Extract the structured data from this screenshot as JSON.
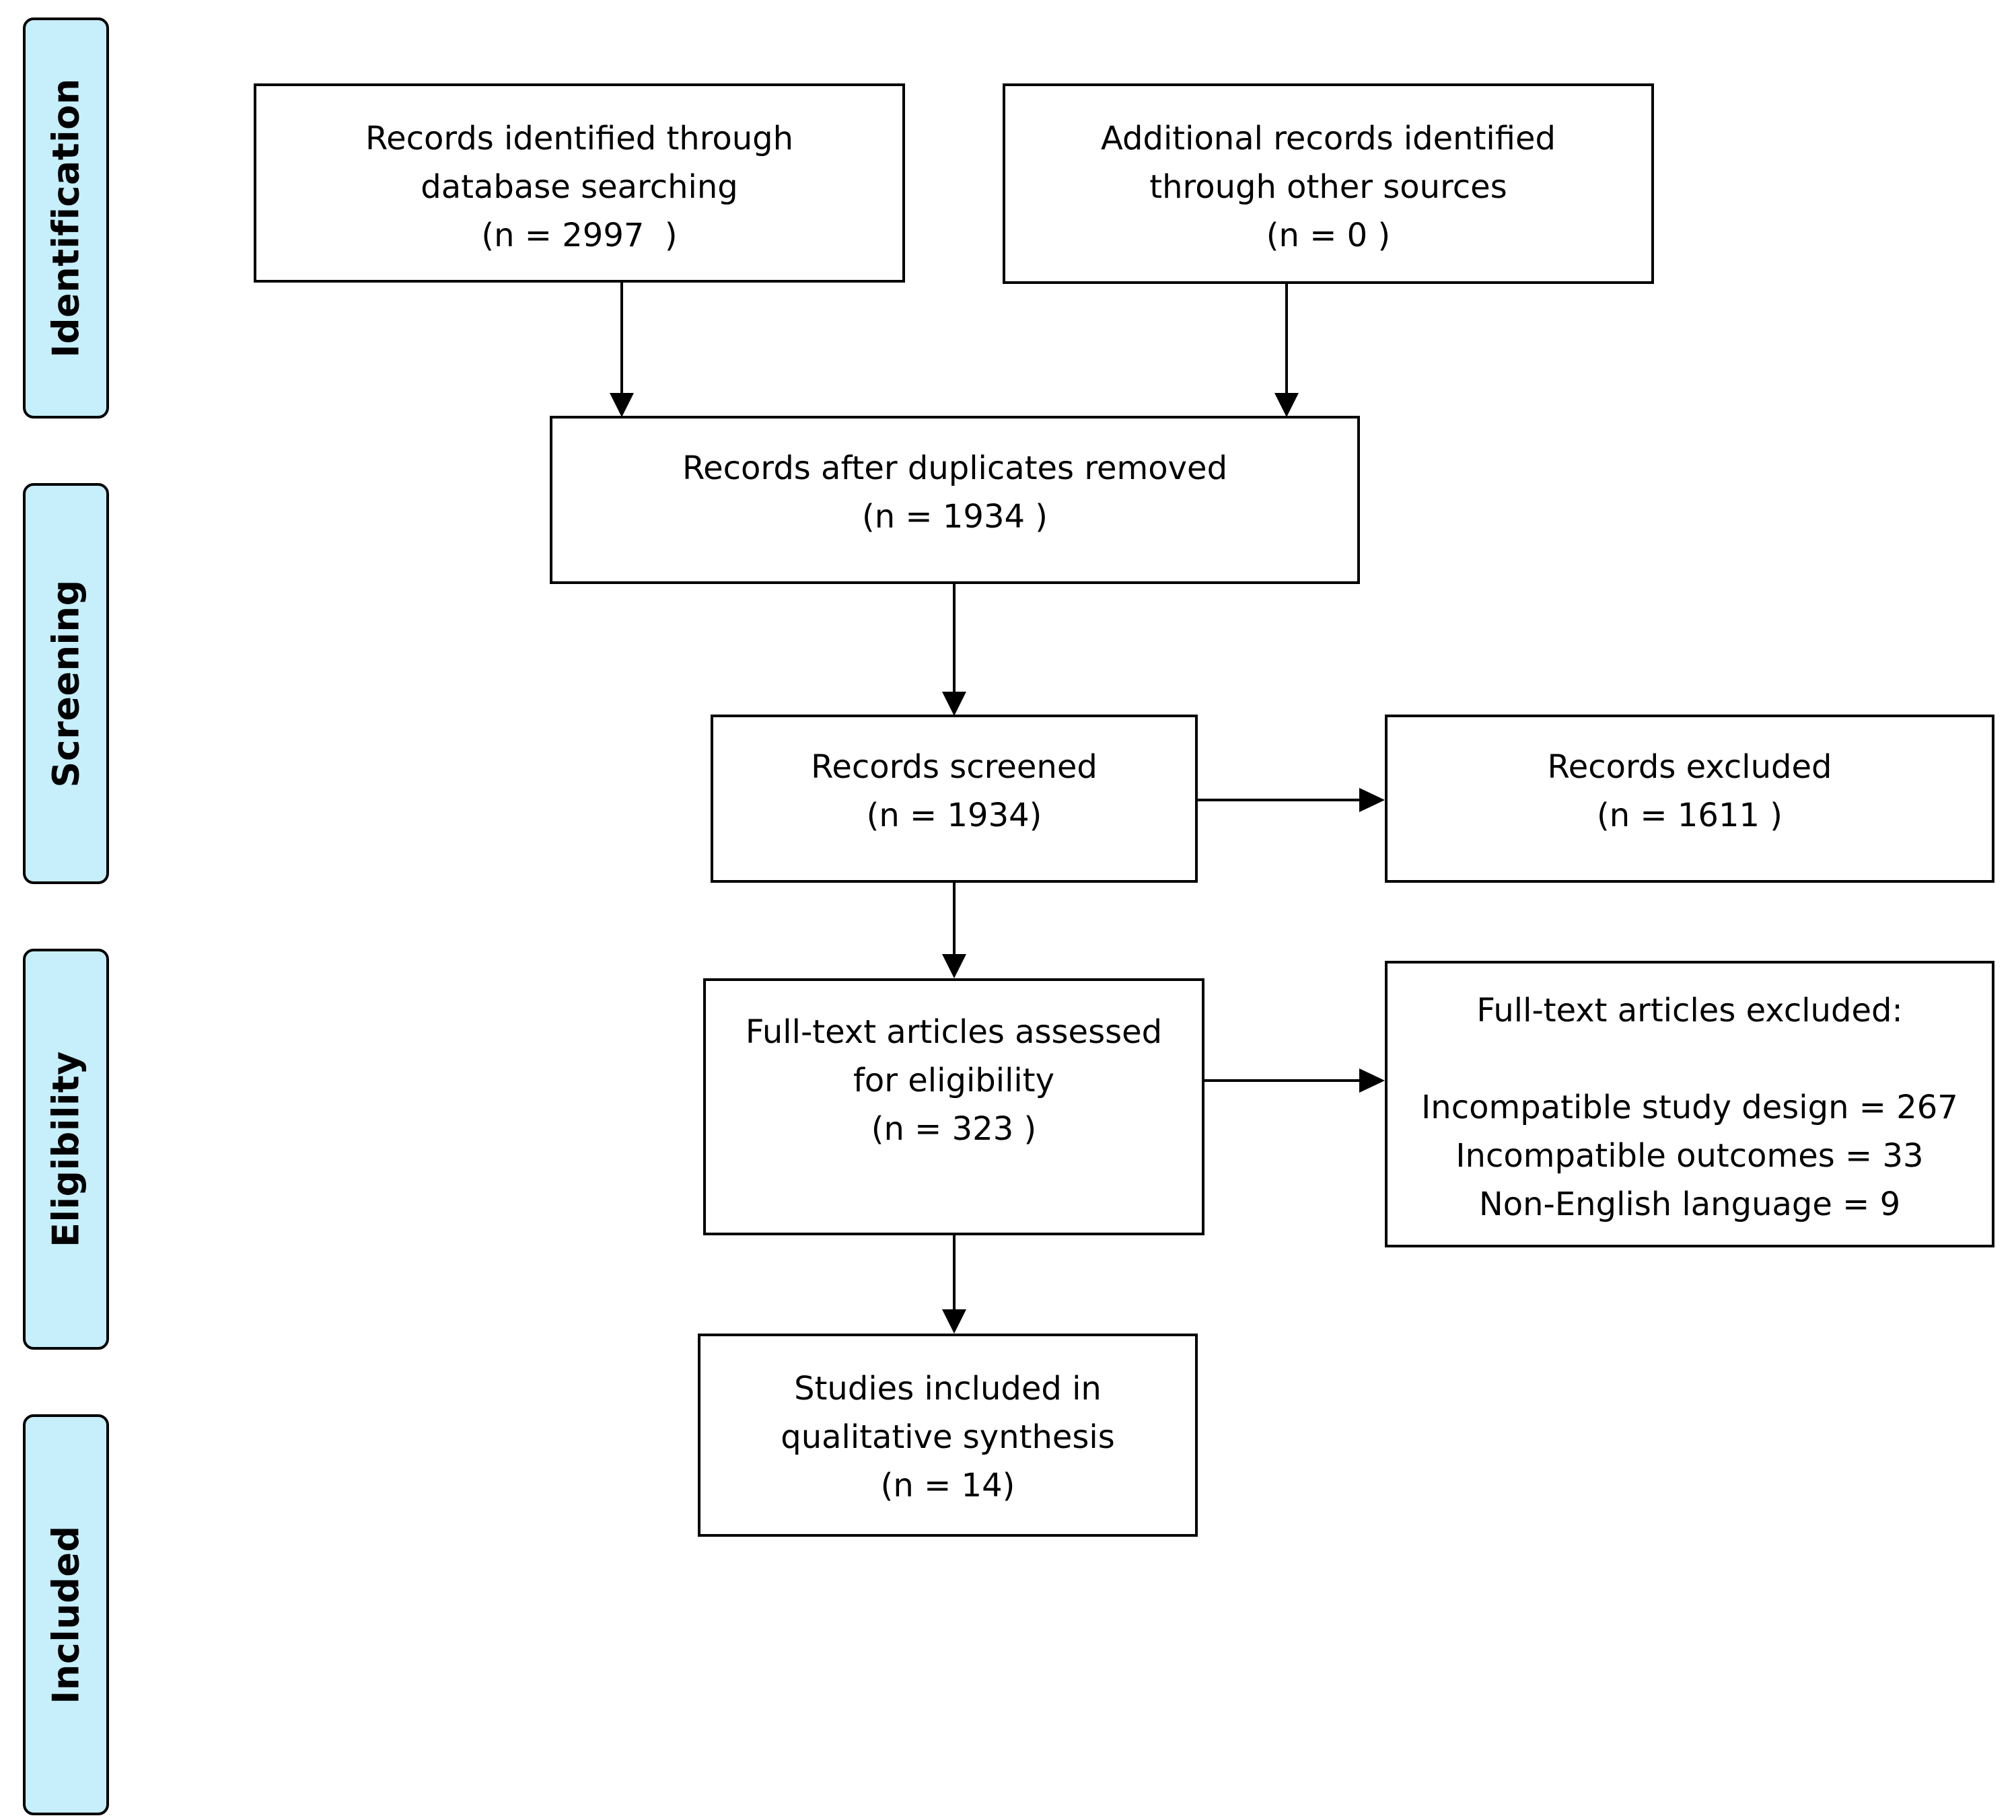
{
  "stages": {
    "identification": "Identification",
    "screening": "Screening",
    "eligibility": "Eligibility",
    "included": "Included"
  },
  "boxes": {
    "database_search": {
      "lines": [
        "Records identified through",
        "database searching",
        "(n = 2997  )"
      ]
    },
    "other_sources": {
      "lines": [
        "Additional records identified",
        "through other sources",
        "(n = 0 )"
      ]
    },
    "duplicates_removed": {
      "lines": [
        "Records after duplicates removed",
        "(n = 1934 )"
      ]
    },
    "screened": {
      "lines": [
        "Records screened",
        "(n = 1934)"
      ]
    },
    "excluded": {
      "lines": [
        "Records excluded",
        "(n = 1611 )"
      ]
    },
    "fulltext_assessed": {
      "lines": [
        "Full-text articles assessed",
        "for eligibility",
        "(n = 323 )"
      ]
    },
    "fulltext_excluded": {
      "title": "Full-text articles excluded:",
      "reasons": [
        "Incompatible study design = 267",
        "Incompatible outcomes = 33",
        "Non-English language = 9"
      ]
    },
    "included_studies": {
      "lines": [
        "Studies included in",
        "qualitative synthesis",
        "(n = 14)"
      ]
    }
  }
}
